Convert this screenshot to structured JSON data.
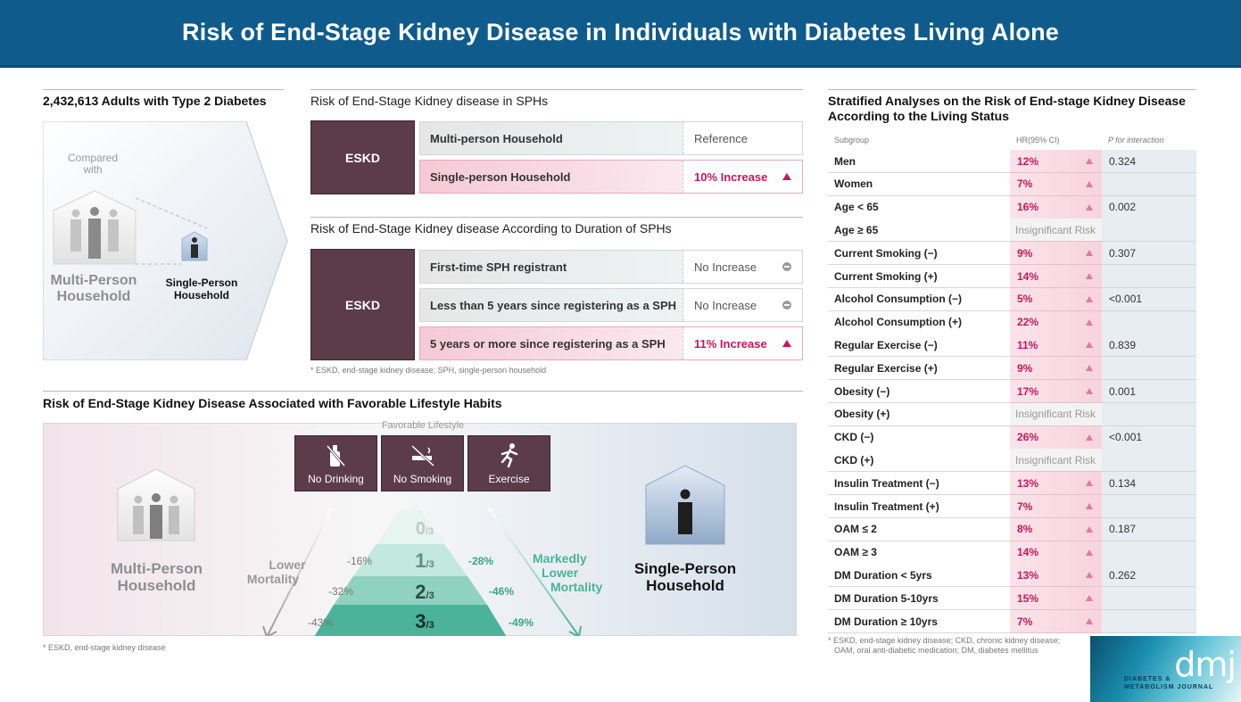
{
  "title": "Risk of End-Stage Kidney Disease in Individuals with Diabetes Living Alone",
  "cohort": {
    "title": "2,432,613 Adults with Type 2 Diabetes",
    "compared_line1": "Compared",
    "compared_line2": "with",
    "multi_line1": "Multi-Person",
    "multi_line2": "Household",
    "single_line1": "Single-Person",
    "single_line2": "Household"
  },
  "sph_risk": {
    "title": "Risk of End-Stage Kidney disease in SPHs",
    "eskd": "ESKD",
    "rows": [
      {
        "label": "Multi-person Household",
        "value": "Reference"
      },
      {
        "label": "Single-person Household",
        "value": "10% Increase"
      }
    ]
  },
  "duration_risk": {
    "title": "Risk of End-Stage Kidney disease According to Duration of SPHs",
    "eskd": "ESKD",
    "rows": [
      {
        "label": "First-time SPH registrant",
        "value": "No Increase"
      },
      {
        "label": "Less than 5 years since registering as a SPH",
        "value": "No Increase"
      },
      {
        "label": "5 years or more since registering as a SPH",
        "value": "11% Increase"
      }
    ],
    "note": "* ESKD, end-stage kidney disease; SPH, single-person household"
  },
  "lifestyle": {
    "title": "Risk of End-Stage Kidney Disease Associated with Favorable Lifestyle Habits",
    "favorable": "Favorable Lifestyle",
    "habits": [
      "No Drinking",
      "No Smoking",
      "Exercise"
    ],
    "multi_line1": "Multi-Person",
    "multi_line2": "Household",
    "single_line1": "Single-Person",
    "single_line2": "Household",
    "lower_line1": "Lower",
    "lower_line2": "Mortality",
    "markedly_line1": "Markedly",
    "markedly_line2": "Lower",
    "markedly_line3": "Mortality",
    "levels": [
      {
        "num": "0",
        "den": "/3",
        "left": "",
        "right": ""
      },
      {
        "num": "1",
        "den": "/3",
        "left": "-16%",
        "right": "-28%"
      },
      {
        "num": "2",
        "den": "/3",
        "left": "-32%",
        "right": "-46%"
      },
      {
        "num": "3",
        "den": "/3",
        "left": "-43%",
        "right": "-49%"
      }
    ],
    "note": "* ESKD, end-stage kidney disease"
  },
  "stratified": {
    "title_line1": "Stratified Analyses on the Risk of End-stage Kidney Disease",
    "title_line2": "According to the Living Status",
    "headers": [
      "Subgroup",
      "HR(95% CI)",
      "P for interaction"
    ],
    "rows": [
      {
        "subgroup": "Men",
        "hr": "12%",
        "p": "0.324",
        "ins": false
      },
      {
        "subgroup": "Women",
        "hr": "7%",
        "p": "",
        "ins": false
      },
      {
        "subgroup": "Age < 65",
        "hr": "16%",
        "p": "0.002",
        "ins": false
      },
      {
        "subgroup": "Age ≥ 65",
        "hr": "Insignificant Risk",
        "p": "",
        "ins": true
      },
      {
        "subgroup": "Current Smoking (−)",
        "hr": "9%",
        "p": "0.307",
        "ins": false
      },
      {
        "subgroup": "Current Smoking (+)",
        "hr": "14%",
        "p": "",
        "ins": false
      },
      {
        "subgroup": "Alcohol Consumption (−)",
        "hr": "5%",
        "p": "<0.001",
        "ins": false
      },
      {
        "subgroup": "Alcohol Consumption (+)",
        "hr": "22%",
        "p": "",
        "ins": false
      },
      {
        "subgroup": "Regular Exercise (−)",
        "hr": "11%",
        "p": "0.839",
        "ins": false
      },
      {
        "subgroup": "Regular Exercise (+)",
        "hr": "9%",
        "p": "",
        "ins": false
      },
      {
        "subgroup": "Obesity (−)",
        "hr": "17%",
        "p": "0.001",
        "ins": false
      },
      {
        "subgroup": "Obesity (+)",
        "hr": "Insignificant Risk",
        "p": "",
        "ins": true
      },
      {
        "subgroup": "CKD (−)",
        "hr": "26%",
        "p": "<0.001",
        "ins": false
      },
      {
        "subgroup": "CKD (+)",
        "hr": "Insignificant Risk",
        "p": "",
        "ins": true
      },
      {
        "subgroup": "Insulin Treatment (−)",
        "hr": "13%",
        "p": "0.134",
        "ins": false
      },
      {
        "subgroup": "Insulin Treatment (+)",
        "hr": "7%",
        "p": "",
        "ins": false
      },
      {
        "subgroup": "OAM ≤ 2",
        "hr": "8%",
        "p": "0.187",
        "ins": false
      },
      {
        "subgroup": "OAM ≥ 3",
        "hr": "14%",
        "p": "",
        "ins": false
      },
      {
        "subgroup": "DM Duration < 5yrs",
        "hr": "13%",
        "p": "0.262",
        "ins": false
      },
      {
        "subgroup": "DM Duration 5-10yrs",
        "hr": "15%",
        "p": "",
        "ins": false
      },
      {
        "subgroup": "DM Duration ≥ 10yrs",
        "hr": "7%",
        "p": "",
        "ins": false
      }
    ],
    "note_line1": "* ESKD, end-stage kidney disease; CKD, chronic kidney disease;",
    "note_line2": "OAM, oral anti-diabetic medication; DM, diabetes mellitus"
  },
  "journal": {
    "line1": "DIABETES &",
    "line2": "METABOLISM JOURNAL",
    "logo": "dmj"
  },
  "colors": {
    "header": "#0f5b8c",
    "eskd": "#5b3c48",
    "increase": "#c4185a",
    "teal": "#4ab39a"
  },
  "icons": {
    "no_drinking": "no-drinking-icon",
    "no_smoking": "no-smoking-icon",
    "exercise": "running-person-icon"
  }
}
